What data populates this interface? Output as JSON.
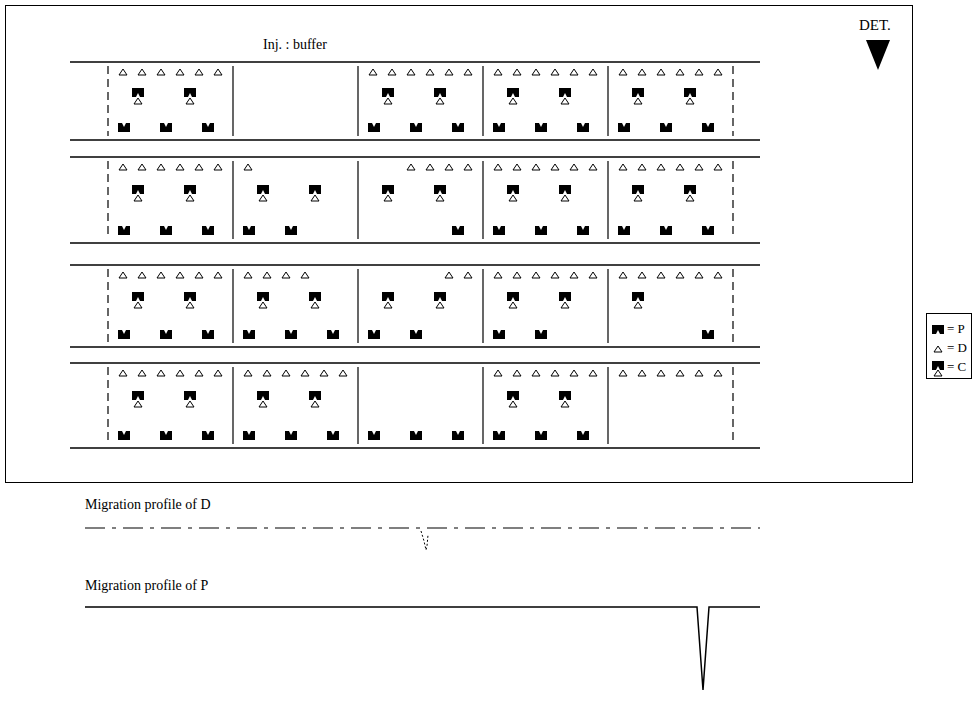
{
  "diagram": {
    "nodes": [
      {
        "text": [
          "Inj. : buffer",
          "DET."
        ]
      }
    ],
    "labels": [
      "Migration profile of D",
      "Migration profile of P"
    ],
    "legend": [
      {
        "text": "= P"
      },
      {
        "text": "= D"
      },
      {
        "text": "= C"
      }
    ]
  }
}
